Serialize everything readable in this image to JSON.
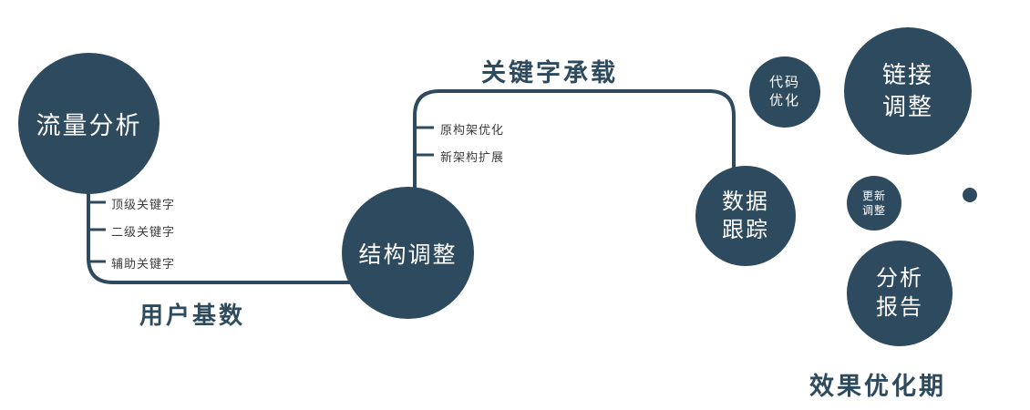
{
  "colors": {
    "node_fill": "#2e4a5e",
    "node_text": "#ffffff",
    "line": "#2e4a5e",
    "tick_label_text": "#3d3d3d"
  },
  "nodes": {
    "traffic_analysis": {
      "label": "流量分析"
    },
    "structure_adjust": {
      "label": "结构调整"
    },
    "data_tracking": {
      "line1": "数据",
      "line2": "跟踪"
    },
    "code_optimization": {
      "line1": "代码",
      "line2": "优化"
    },
    "link_adjustment": {
      "line1": "链接",
      "line2": "调整"
    },
    "update_adjustment": {
      "line1": "更新",
      "line2": "调整"
    },
    "analysis_report": {
      "line1": "分析",
      "line2": "报告"
    }
  },
  "edge_labels": {
    "user_base": "用户基数",
    "keyword_carrying": "关键字承载"
  },
  "branch_labels": {
    "traffic": [
      "顶级关键字",
      "二级关键字",
      "辅助关键字"
    ],
    "structure": [
      "原构架优化",
      "新架构扩展"
    ]
  },
  "caption": "效果优化期"
}
